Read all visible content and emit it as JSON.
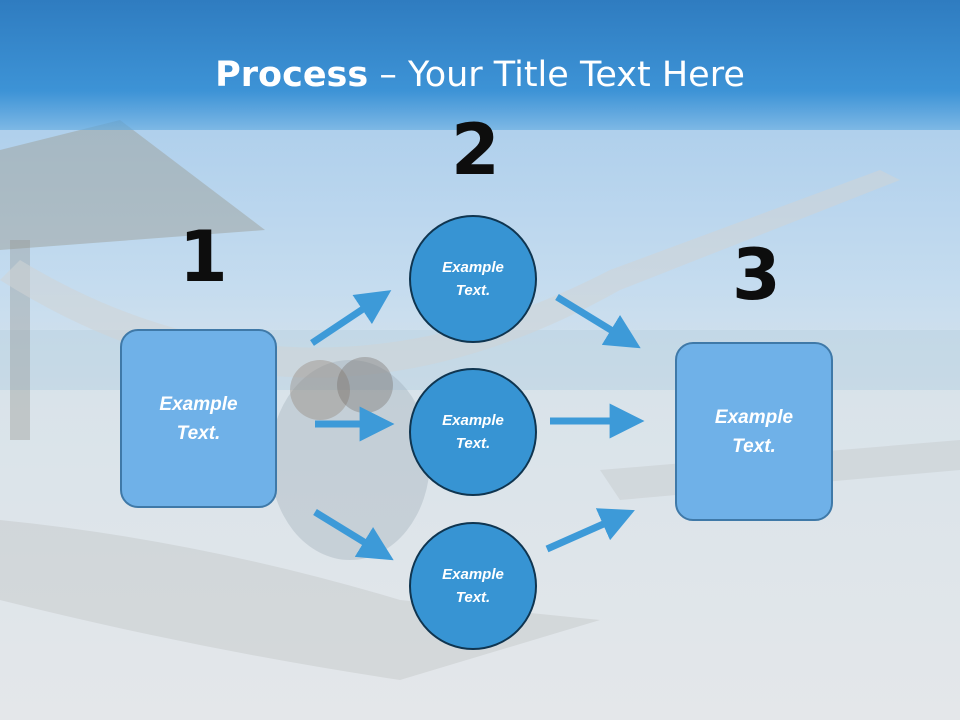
{
  "title": {
    "bold": "Process",
    "rest": " – Your Title Text Here"
  },
  "numbers": {
    "one": "1",
    "two": "2",
    "three": "3"
  },
  "left_box": {
    "text": "Example Text."
  },
  "right_box": {
    "text": "Example Text."
  },
  "circles": [
    {
      "text": "Example Text."
    },
    {
      "text": "Example Text."
    },
    {
      "text": "Example Text."
    }
  ],
  "colors": {
    "arrow": "#3d9ad8",
    "box_fill": "#6fb1e8",
    "circle_fill": "#3794d3",
    "title_bar": "#3d93d6"
  }
}
